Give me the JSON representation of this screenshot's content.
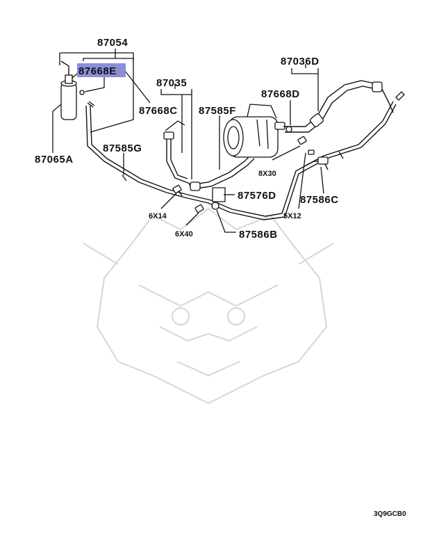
{
  "diagram": {
    "highlight_color": "#8a8fd8",
    "callouts": {
      "p87054": "87054",
      "p87668E": "87668E",
      "p87035": "87035",
      "p87668C": "87668C",
      "p87585F": "87585F",
      "p87036D": "87036D",
      "p87668D": "87668D",
      "p87065A": "87065A",
      "p87585G": "87585G",
      "b8x30": "8X30",
      "p87576D": "87576D",
      "p87586C": "87586C",
      "b6x14": "6X14",
      "b5x12": "5X12",
      "b6x40": "6X40",
      "p87586B": "87586B"
    },
    "diagram_code": "3Q9GCB0"
  }
}
